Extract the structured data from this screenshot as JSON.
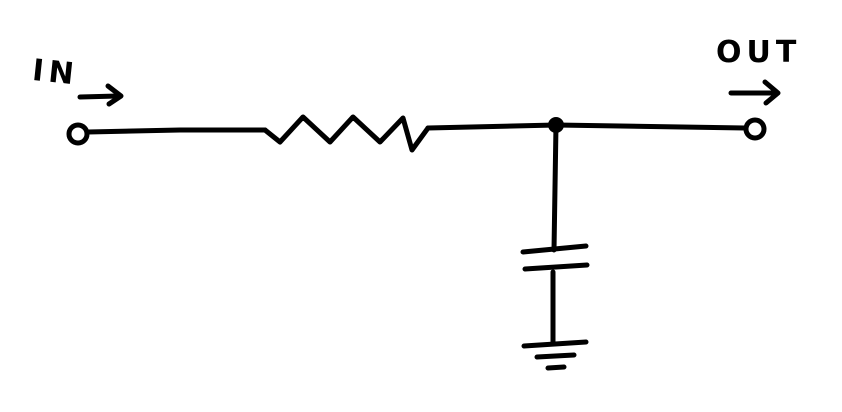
{
  "diagram": {
    "input_label": "IN",
    "output_label": "OUT",
    "ink_color": "#000000",
    "background_color": "#ffffff",
    "components": [
      "input-terminal",
      "resistor",
      "junction-node",
      "capacitor",
      "ground",
      "output-terminal"
    ]
  }
}
